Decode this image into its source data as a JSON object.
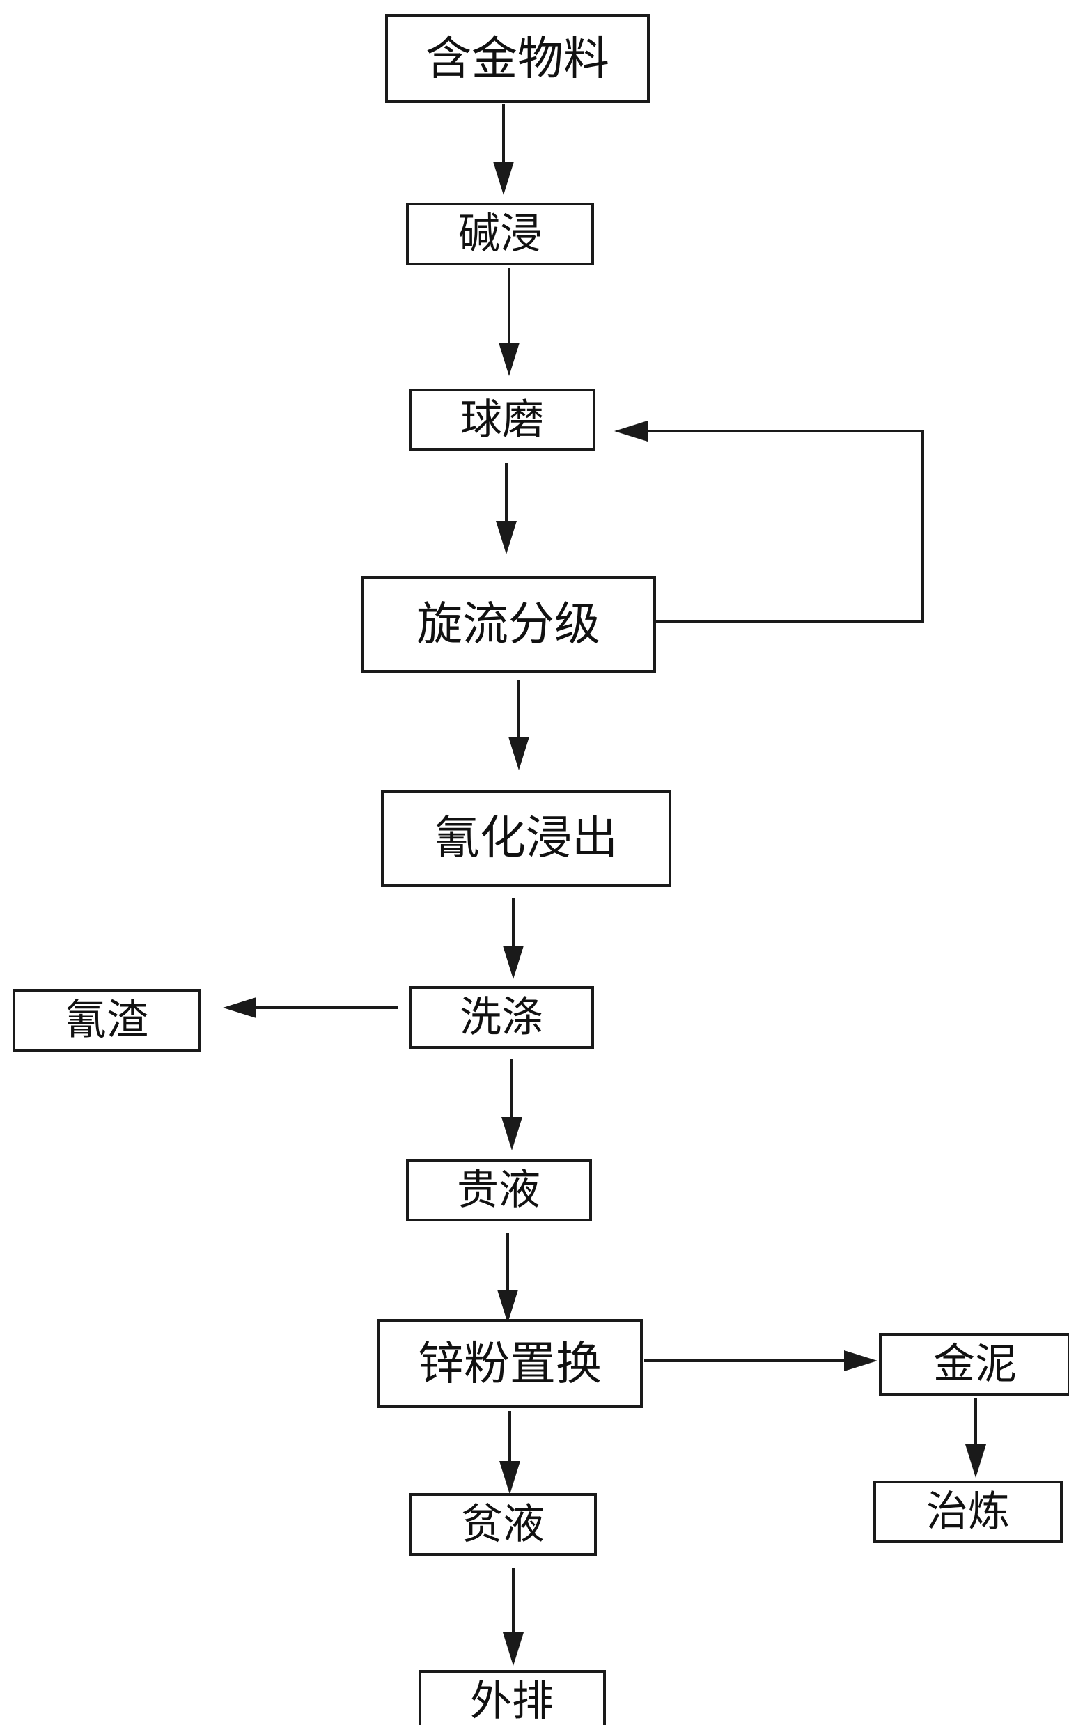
{
  "nodes": [
    {
      "id": "n1",
      "label": "含金物料"
    },
    {
      "id": "n2",
      "label": "碱浸"
    },
    {
      "id": "n3",
      "label": "球磨"
    },
    {
      "id": "n4",
      "label": "旋流分级"
    },
    {
      "id": "n5",
      "label": "氰化浸出"
    },
    {
      "id": "n6",
      "label": "洗涤"
    },
    {
      "id": "n7",
      "label": "氰渣"
    },
    {
      "id": "n8",
      "label": "贵液"
    },
    {
      "id": "n9",
      "label": "锌粉置换"
    },
    {
      "id": "n10",
      "label": "金泥"
    },
    {
      "id": "n11",
      "label": "贫液"
    },
    {
      "id": "n12",
      "label": "治炼"
    },
    {
      "id": "n13",
      "label": "外排"
    }
  ],
  "edges": [
    {
      "from": "n1",
      "to": "n2"
    },
    {
      "from": "n2",
      "to": "n3"
    },
    {
      "from": "n3",
      "to": "n4"
    },
    {
      "from": "n4",
      "to": "n3"
    },
    {
      "from": "n4",
      "to": "n5"
    },
    {
      "from": "n5",
      "to": "n6"
    },
    {
      "from": "n6",
      "to": "n7"
    },
    {
      "from": "n6",
      "to": "n8"
    },
    {
      "from": "n8",
      "to": "n9"
    },
    {
      "from": "n9",
      "to": "n10"
    },
    {
      "from": "n9",
      "to": "n11"
    },
    {
      "from": "n10",
      "to": "n12"
    },
    {
      "from": "n11",
      "to": "n13"
    }
  ]
}
